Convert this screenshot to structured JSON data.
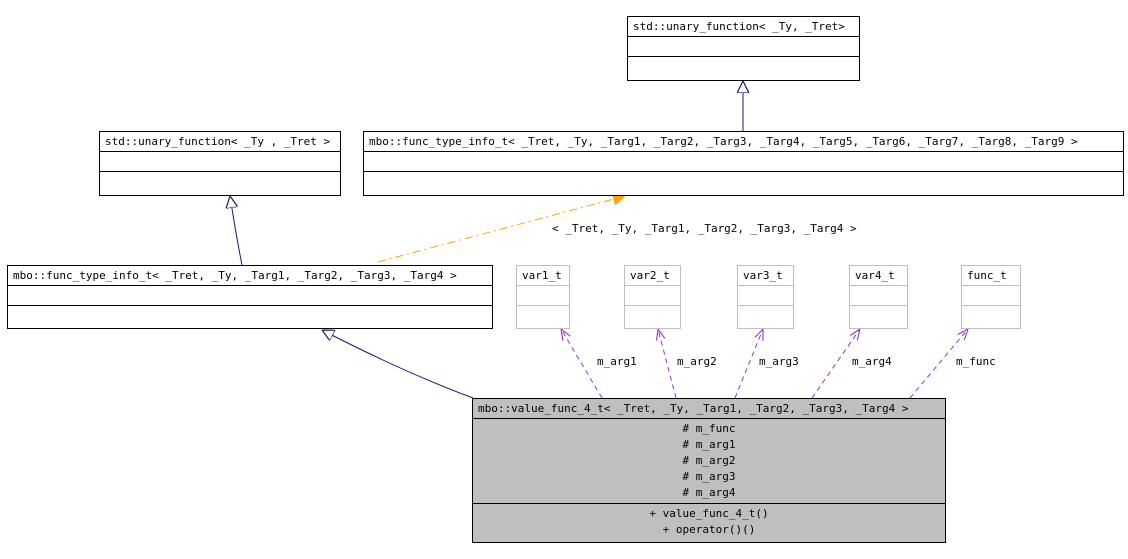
{
  "classes": {
    "unary_fn_top": {
      "title": "std::unary_function< _Ty, _Tret>"
    },
    "unary_fn_left": {
      "title": "std::unary_function< _Ty , _Tret >"
    },
    "func_type_info_9": {
      "title": "mbo::func_type_info_t< _Tret, _Ty, _Targ1, _Targ2, _Targ3, _Targ4, _Targ5, _Targ6, _Targ7, _Targ8, _Targ9 >"
    },
    "func_type_info_4": {
      "title": "mbo::func_type_info_t< _Tret, _Ty, _Targ1, _Targ2, _Targ3, _Targ4 >"
    },
    "var1_t": {
      "title": "var1_t"
    },
    "var2_t": {
      "title": "var2_t"
    },
    "var3_t": {
      "title": "var3_t"
    },
    "var4_t": {
      "title": "var4_t"
    },
    "func_t": {
      "title": "func_t"
    },
    "value_func_4": {
      "title": "mbo::value_func_4_t< _Tret, _Ty, _Targ1, _Targ2, _Targ3, _Targ4 >",
      "attributes": [
        "# m_func",
        "# m_arg1",
        "# m_arg2",
        "# m_arg3",
        "# m_arg4"
      ],
      "operations": [
        "+ value_func_4_t()",
        "+ operator()()"
      ]
    }
  },
  "edge_labels": {
    "template_binding": "< _Tret, _Ty, _Targ1, _Targ2, _Targ3, _Targ4 >",
    "m_arg1": "m_arg1",
    "m_arg2": "m_arg2",
    "m_arg3": "m_arg3",
    "m_arg4": "m_arg4",
    "m_func": "m_func"
  },
  "colors": {
    "inheritance": "#191970",
    "template": "#ffa500",
    "usage": "#9a32cd",
    "focus_fill": "#bfbfbf",
    "undocumented_border": "#bfbfbf"
  }
}
